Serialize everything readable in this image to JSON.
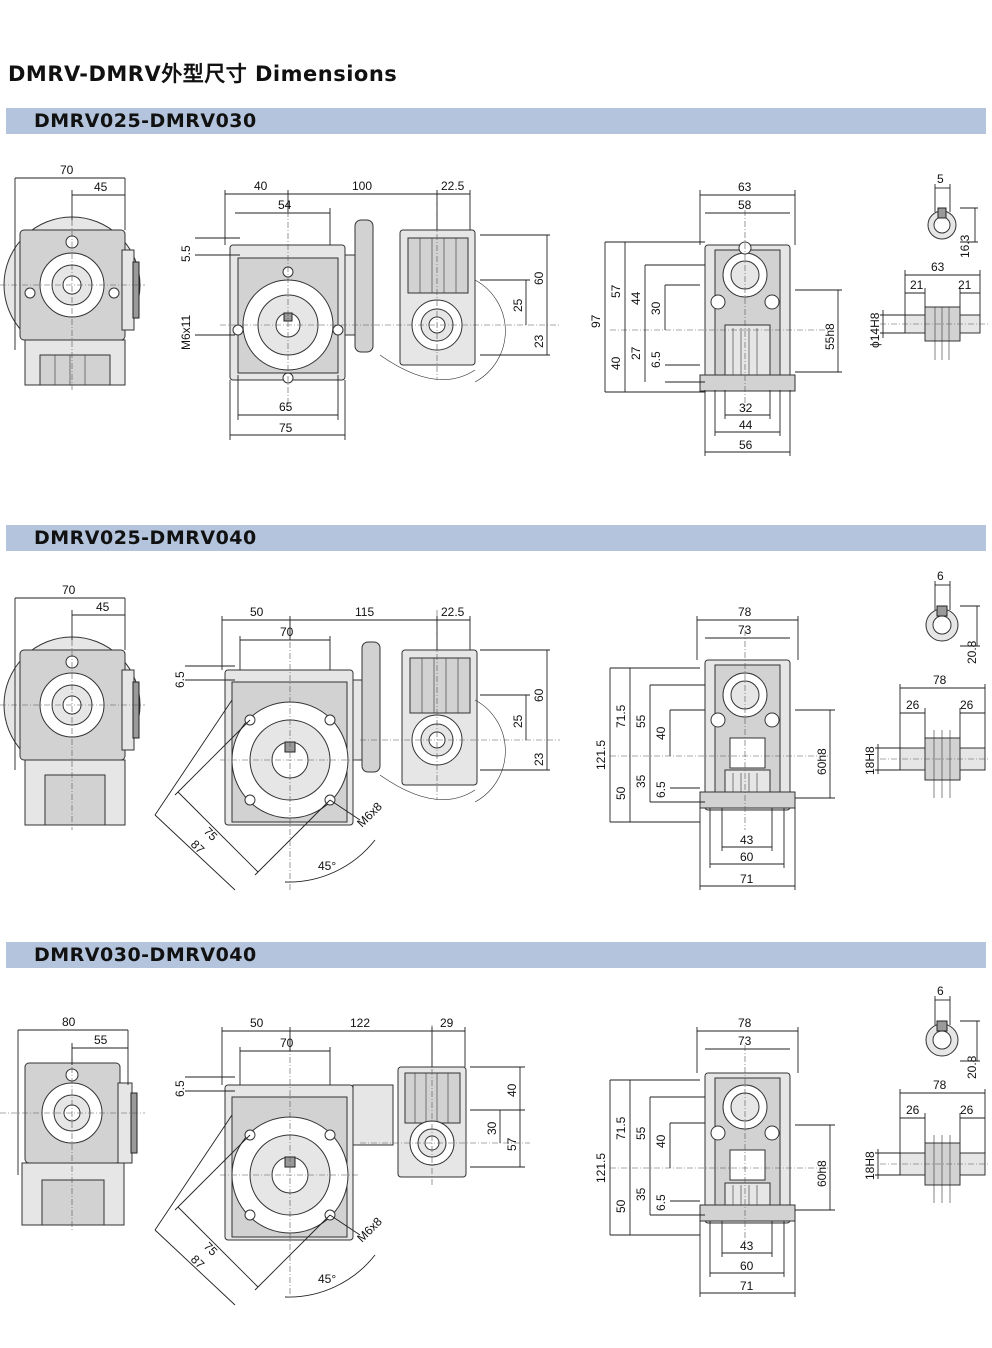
{
  "page": {
    "title": "DMRV-DMRV外型尺寸 Dimensions"
  },
  "sections": [
    {
      "title": "DMRV025-DMRV030",
      "dims": {
        "side_w": "70",
        "side_w2": "45",
        "front_a": "40",
        "front_b": "100",
        "front_c": "22.5",
        "front_d": "54",
        "front_e": "5.5",
        "front_bolt": "M6x11",
        "front_f": "65",
        "front_g": "75",
        "front_h": "60",
        "front_i": "25",
        "front_j": "23",
        "flange_top": "63",
        "flange_top2": "58",
        "flange_total": "97",
        "flange_up": "57",
        "flange_up2": "44",
        "flange_up3": "30",
        "flange_low": "40",
        "flange_low2": "27",
        "flange_low3": "6.5",
        "flange_h8": "55h8",
        "flange_b1": "32",
        "flange_b2": "44",
        "flange_b3": "56",
        "key_w": "5",
        "key_h": "16.3",
        "shaft_total": "63",
        "shaft_l": "21",
        "shaft_r": "21",
        "shaft_d": "ϕ14H8"
      }
    },
    {
      "title": "DMRV025-DMRV040",
      "dims": {
        "side_w": "70",
        "side_w2": "45",
        "front_a": "50",
        "front_b": "115",
        "front_c": "22.5",
        "front_d": "70",
        "front_e": "6.5",
        "front_bolt": "M6x8",
        "front_f": "75",
        "front_g": "87",
        "front_angle": "45°",
        "front_h": "60",
        "front_i": "25",
        "front_j": "23",
        "flange_top": "78",
        "flange_top2": "73",
        "flange_total": "121.5",
        "flange_up": "71.5",
        "flange_up2": "55",
        "flange_up3": "40",
        "flange_low": "50",
        "flange_low2": "35",
        "flange_low3": "6.5",
        "flange_h8": "60h8",
        "flange_b1": "43",
        "flange_b2": "60",
        "flange_b3": "71",
        "key_w": "6",
        "key_h": "20.8",
        "shaft_total": "78",
        "shaft_l": "26",
        "shaft_r": "26",
        "shaft_d": "18H8"
      }
    },
    {
      "title": "DMRV030-DMRV040",
      "dims": {
        "side_w": "80",
        "side_w2": "55",
        "front_a": "50",
        "front_b": "122",
        "front_c": "29",
        "front_d": "70",
        "front_e": "6.5",
        "front_bolt": "M6x8",
        "front_f": "75",
        "front_g": "87",
        "front_angle": "45°",
        "front_h": "40",
        "front_i": "30",
        "front_j": "57",
        "flange_top": "78",
        "flange_top2": "73",
        "flange_total": "121.5",
        "flange_up": "71.5",
        "flange_up2": "40",
        "flange_up3": "55",
        "flange_low": "50",
        "flange_low2": "35",
        "flange_low3": "6.5",
        "flange_h8": "60h8",
        "flange_b1": "43",
        "flange_b2": "60",
        "flange_b3": "71",
        "key_w": "6",
        "key_h": "20.8",
        "shaft_total": "78",
        "shaft_l": "26",
        "shaft_r": "26",
        "shaft_d": "18H8"
      }
    }
  ]
}
